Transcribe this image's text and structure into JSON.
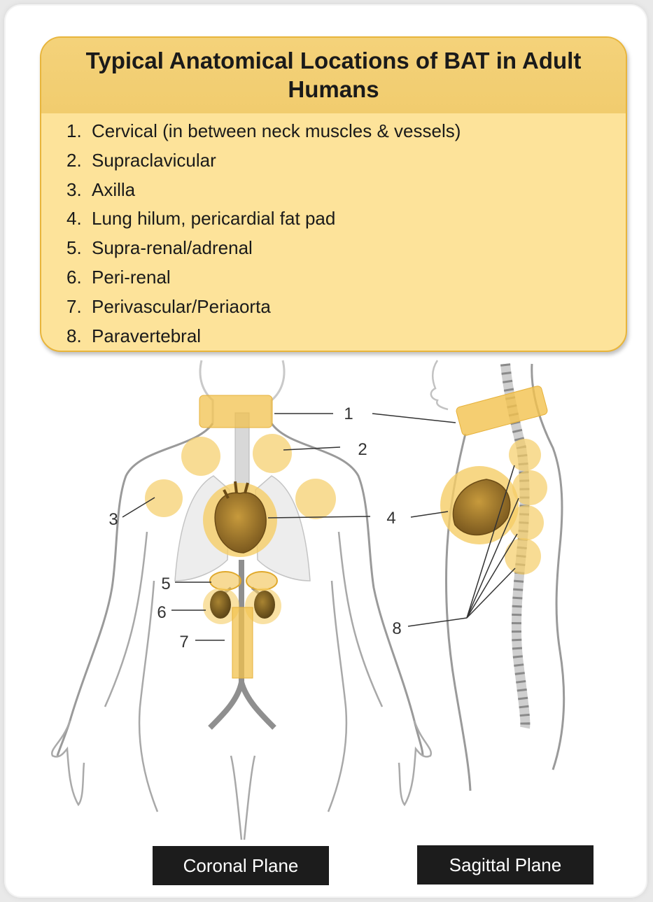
{
  "title": "Typical Anatomical Locations of BAT in Adult Humans",
  "locations": [
    {
      "num": "1.",
      "label": "Cervical (in between neck muscles & vessels)"
    },
    {
      "num": "2.",
      "label": "Supraclavicular"
    },
    {
      "num": "3.",
      "label": "Axilla"
    },
    {
      "num": "4.",
      "label": "Lung hilum, pericardial fat pad"
    },
    {
      "num": "5.",
      "label": "Supra-renal/adrenal"
    },
    {
      "num": "6.",
      "label": "Peri-renal"
    },
    {
      "num": "7.",
      "label": "Perivascular/Periaorta"
    },
    {
      "num": "8.",
      "label": "Paravertebral"
    }
  ],
  "callouts": [
    "1",
    "2",
    "3",
    "4",
    "5",
    "6",
    "7",
    "8"
  ],
  "planes": {
    "coronal": "Coronal Plane",
    "sagittal": "Sagittal Plane"
  },
  "colors": {
    "panel_fill": "#fde39a",
    "panel_header": "#f2ce72",
    "panel_border": "#e8b53c",
    "bat_region": "#f2c24e",
    "body_outline": "#9a9a9a"
  }
}
